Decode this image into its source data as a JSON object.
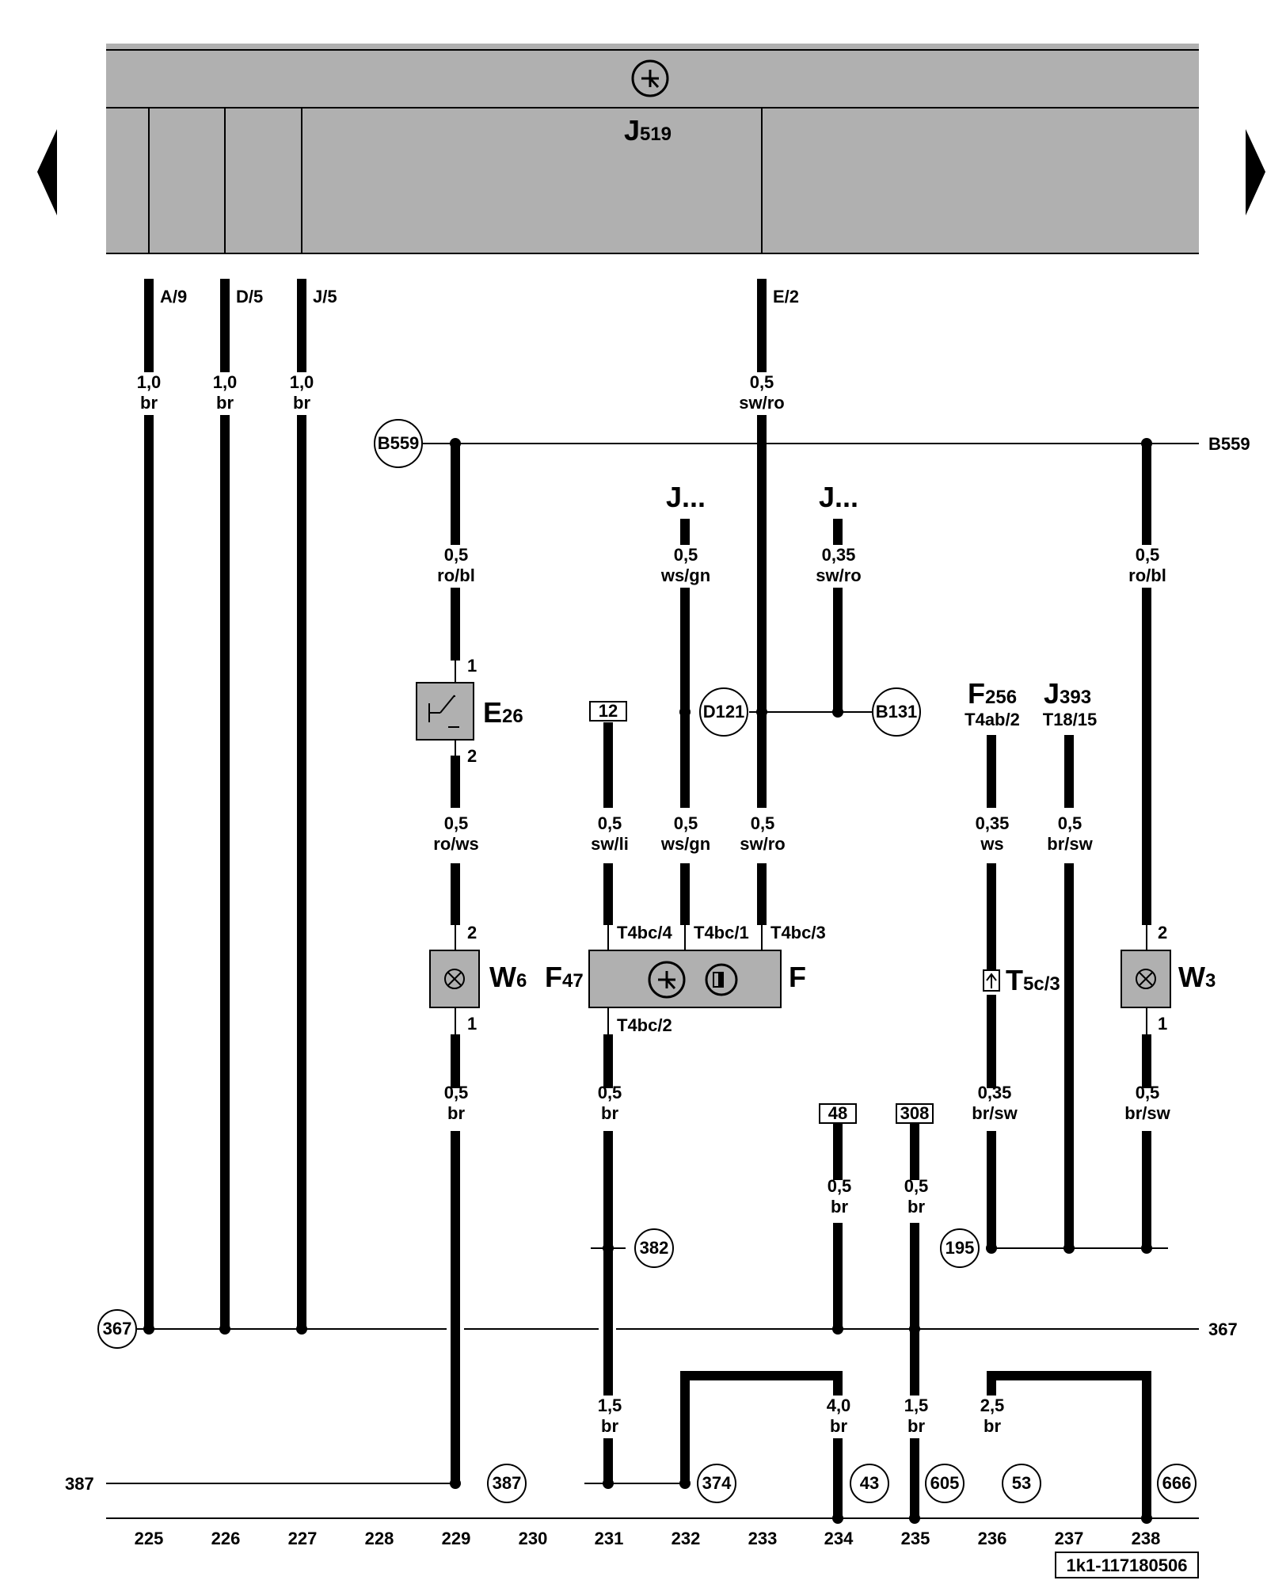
{
  "labels": {
    "j519_main": "J",
    "j519_sub": "519",
    "j_dots": "J...",
    "e26_main": "E",
    "e26_sub": "26",
    "w6_main": "W",
    "w6_sub": "6",
    "w3_main": "W",
    "w3_sub": "3",
    "f47_main": "F",
    "f47_sub": "47",
    "f": "F",
    "t5c_main": "T",
    "t5c_sub": "5c/3",
    "f256_main": "F",
    "f256_sub": "256",
    "f256_pin": "T4ab/2",
    "j393_main": "J",
    "j393_sub": "393",
    "j393_pin": "T18/15"
  },
  "pins": {
    "a9": "A/9",
    "d5": "D/5",
    "j5": "J/5",
    "e2": "E/2",
    "e26_1": "1",
    "e26_2": "2",
    "w6_2": "2",
    "w6_1": "1",
    "w3_2": "2",
    "w3_1": "1",
    "t4bc4": "T4bc/4",
    "t4bc1": "T4bc/1",
    "t4bc3": "T4bc/3",
    "t4bc2": "T4bc/2"
  },
  "wires": {
    "w225_size": "1,0",
    "w225_color": "br",
    "w226_size": "1,0",
    "w226_color": "br",
    "w227_size": "1,0",
    "w227_color": "br",
    "w233_top_size": "0,5",
    "w233_top_color": "sw/ro",
    "w229a_size": "0,5",
    "w229a_color": "ro/bl",
    "w232a_size": "0,5",
    "w232a_color": "ws/gn",
    "w234a_size": "0,35",
    "w234a_color": "sw/ro",
    "w238a_size": "0,5",
    "w238a_color": "ro/bl",
    "w229b_size": "0,5",
    "w229b_color": "ro/ws",
    "w231b_size": "0,5",
    "w231b_color": "sw/li",
    "w232b_size": "0,5",
    "w232b_color": "ws/gn",
    "w233b_size": "0,5",
    "w233b_color": "sw/ro",
    "w236b_size": "0,35",
    "w236b_color": "ws",
    "w237b_size": "0,5",
    "w237b_color": "br/sw",
    "w229c_size": "0,5",
    "w229c_color": "br",
    "w231c_size": "0,5",
    "w231c_color": "br",
    "w236c_size": "0,35",
    "w236c_color": "br/sw",
    "w238c_size": "0,5",
    "w238c_color": "br/sw",
    "w234c_size": "0,5",
    "w234c_color": "br",
    "w235c_size": "0,5",
    "w235c_color": "br",
    "w231d_size": "1,5",
    "w231d_color": "br",
    "w234d_size": "4,0",
    "w234d_color": "br",
    "w235d_size": "1,5",
    "w235d_color": "br",
    "w236d_size": "2,5",
    "w236d_color": "br"
  },
  "refs": {
    "b559": "B559",
    "d121": "D121",
    "b131": "B131",
    "box_12": "12",
    "box_48": "48",
    "box_308": "308",
    "r382": "382",
    "r195": "195",
    "r367": "367",
    "r387": "387",
    "r374": "374",
    "r43": "43",
    "r605": "605",
    "r53": "53",
    "r666": "666"
  },
  "columns": [
    "225",
    "226",
    "227",
    "228",
    "229",
    "230",
    "231",
    "232",
    "233",
    "234",
    "235",
    "236",
    "237",
    "238"
  ],
  "doc_id": "1k1-117180506"
}
